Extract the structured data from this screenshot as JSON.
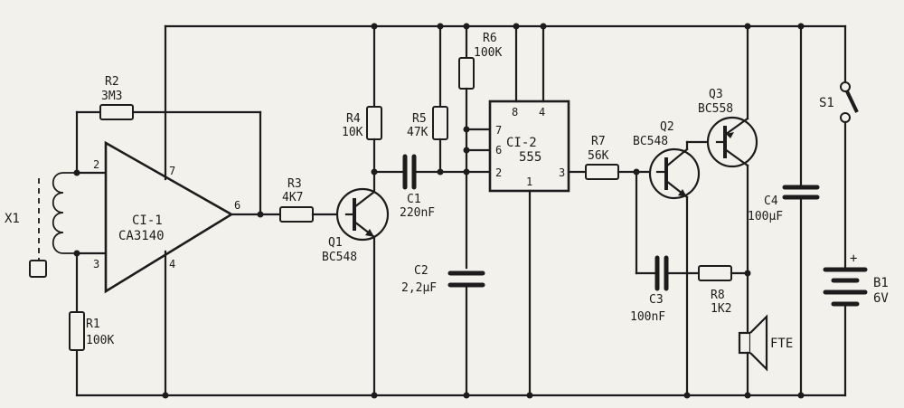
{
  "components": {
    "ci1": {
      "name": "CI-1",
      "part": "CA3140",
      "pins": {
        "p2": "2",
        "p3": "3",
        "p4": "4",
        "p6": "6",
        "p7": "7"
      }
    },
    "ci2": {
      "name": "CI-2",
      "part": "555",
      "pins": {
        "p1": "1",
        "p2": "2",
        "p3": "3",
        "p4": "4",
        "p6": "6",
        "p7": "7",
        "p8": "8"
      }
    },
    "r1": {
      "name": "R1",
      "value": "100K"
    },
    "r2": {
      "name": "R2",
      "value": "3M3"
    },
    "r3": {
      "name": "R3",
      "value": "4K7"
    },
    "r4": {
      "name": "R4",
      "value": "10K"
    },
    "r5": {
      "name": "R5",
      "value": "47K"
    },
    "r6": {
      "name": "R6",
      "value": "100K"
    },
    "r7": {
      "name": "R7",
      "value": "56K"
    },
    "r8": {
      "name": "R8",
      "value": "1K2"
    },
    "c1": {
      "name": "C1",
      "value": "220nF"
    },
    "c2": {
      "name": "C2",
      "value": "2,2µF"
    },
    "c3": {
      "name": "C3",
      "value": "100nF"
    },
    "c4": {
      "name": "C4",
      "value": "100µF"
    },
    "q1": {
      "name": "Q1",
      "part": "BC548"
    },
    "q2": {
      "name": "Q2",
      "part": "BC548"
    },
    "q3": {
      "name": "Q3",
      "part": "BC558"
    },
    "x1": {
      "name": "X1"
    },
    "s1": {
      "name": "S1"
    },
    "b1": {
      "name": "B1",
      "value": "6V",
      "polarity": "+"
    },
    "fte": {
      "name": "FTE"
    }
  }
}
